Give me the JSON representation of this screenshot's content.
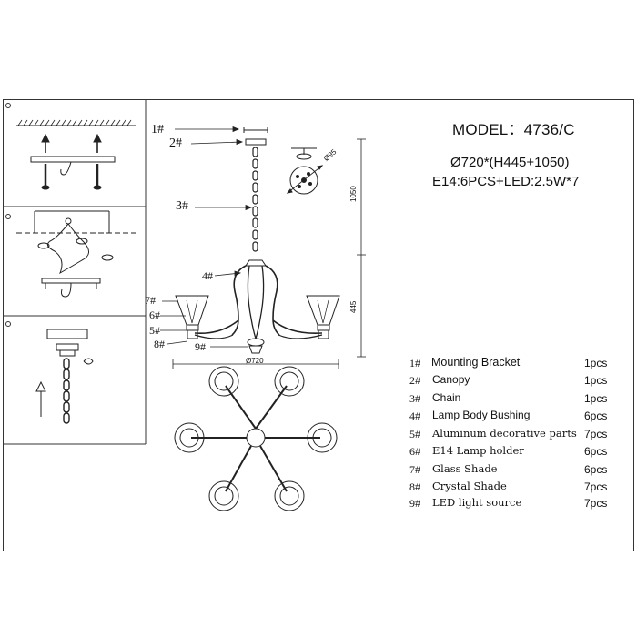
{
  "model": "MODEL：4736/C",
  "specs": [
    "Ø720*(H445+1050)",
    "E14:6PCS+LED:2.5W*7"
  ],
  "callouts": [
    "1#",
    "2#",
    "3#",
    "4#",
    "7#",
    "6#",
    "5#",
    "8#",
    "9#"
  ],
  "dimensions": {
    "canopy": "Ø95",
    "height_chain": "1050",
    "height_body": "445",
    "width": "Ø720"
  },
  "parts": [
    {
      "num": "1#",
      "name": "Mounting Bracket",
      "qty": "1pcs"
    },
    {
      "num": "2#",
      "name": "Canopy",
      "qty": "1pcs"
    },
    {
      "num": "3#",
      "name": "Chain",
      "qty": "1pcs"
    },
    {
      "num": "4#",
      "name": "Lamp Body Bushing",
      "qty": "6pcs"
    },
    {
      "num": "5#",
      "name": "Aluminum decorative parts",
      "qty": "7pcs"
    },
    {
      "num": "6#",
      "name": "E14 Lamp holder",
      "qty": "6pcs"
    },
    {
      "num": "7#",
      "name": "Glass Shade",
      "qty": "6pcs"
    },
    {
      "num": "8#",
      "name": "Crystal Shade",
      "qty": "7pcs"
    },
    {
      "num": "9#",
      "name": "LED light source",
      "qty": "7pcs"
    }
  ]
}
